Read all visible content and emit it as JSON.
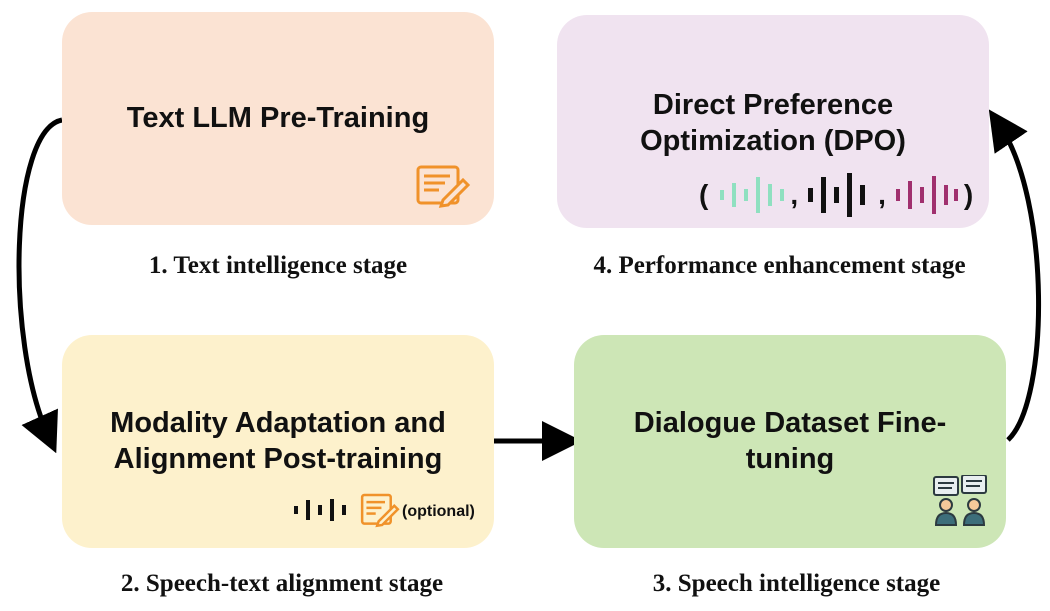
{
  "boxes": {
    "text_pretraining": {
      "title": "Text LLM Pre-Training"
    },
    "modality_alignment": {
      "title_line1": "Modality Adaptation and",
      "title_line2": "Alignment Post-training",
      "optional_label": "(optional)"
    },
    "dialogue_finetuning": {
      "title_line1": "Dialogue Dataset Fine-",
      "title_line2": "tuning"
    },
    "dpo": {
      "title_line1": "Direct Preference",
      "title_line2": "Optimization (DPO)",
      "tuple_open": "(",
      "tuple_sep1": ",",
      "tuple_sep2": ",",
      "tuple_close": ")"
    }
  },
  "stages": {
    "stage1": "1. Text intelligence stage",
    "stage2": "2. Speech-text alignment stage",
    "stage3": "3. Speech intelligence stage",
    "stage4": "4. Performance enhancement stage"
  },
  "icons": {
    "text_pretraining": "document-pen-icon",
    "speech_wave": "speech-waveform-icon",
    "text_alignment": "document-pen-icon",
    "dialogue": "dialogue-people-icon",
    "wave_chosen": "green-waveform-icon",
    "wave_reference": "black-waveform-icon",
    "wave_rejected": "purple-waveform-icon"
  },
  "colors": {
    "box1": "#fbe3d3",
    "box2": "#fdf1cc",
    "box3": "#cde6b6",
    "box4": "#f0e3f0",
    "icon_orange": "#f0922a",
    "wave_green": "#8fe0c0",
    "wave_purple": "#a0306e"
  }
}
